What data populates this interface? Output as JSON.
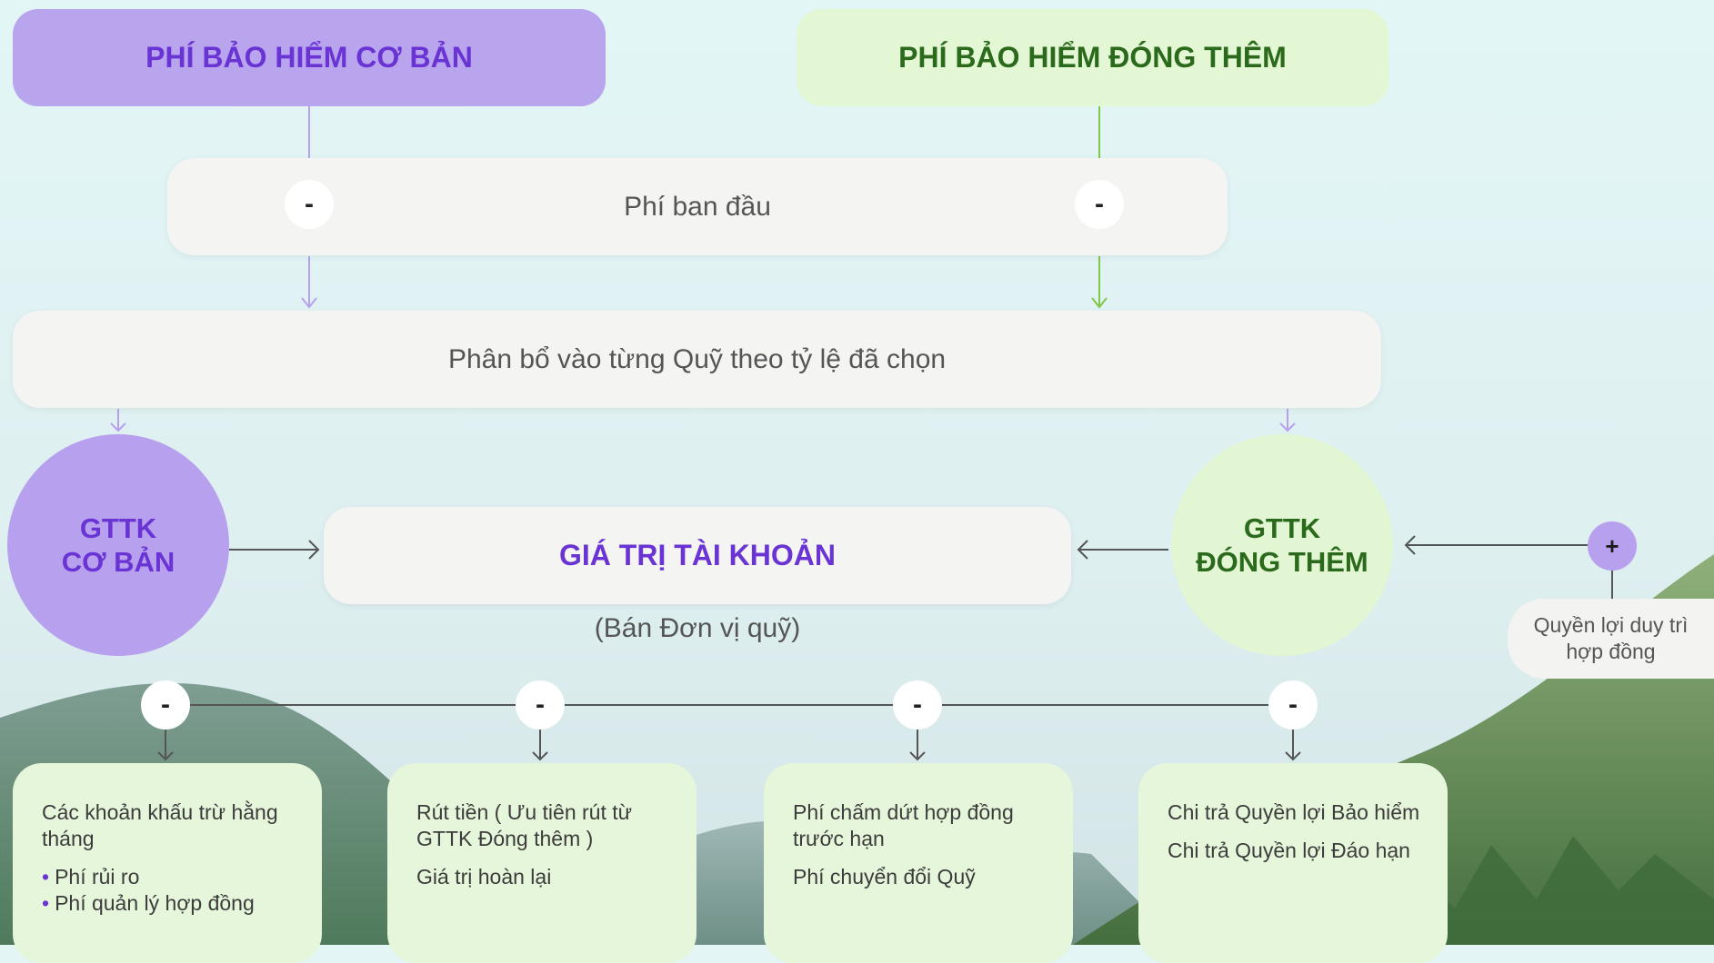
{
  "headers": {
    "basic": "PHÍ BẢO HIỂM CƠ BẢN",
    "top_up": "PHÍ BẢO HIỂM ĐÓNG THÊM"
  },
  "initial_fee": "Phí ban đầu",
  "allocation": "Phân bổ vào từng Quỹ theo tỷ lệ đã chọn",
  "gttk_basic": {
    "line1": "GTTK",
    "line2": "CƠ BẢN"
  },
  "gttk_top_up": {
    "line1": "GTTK",
    "line2": "ĐÓNG THÊM"
  },
  "account_value": "GIÁ TRỊ TÀI KHOẢN",
  "sell_units": "(Bán Đơn vị quỹ)",
  "benefit": "Quyền lợi duy trì hợp đồng",
  "symbols": {
    "minus": "-",
    "plus": "+"
  },
  "cards": [
    {
      "lines": [
        "Các khoản khấu trừ hằng tháng"
      ],
      "bullets": [
        "Phí rủi ro",
        "Phí quản lý hợp đồng"
      ]
    },
    {
      "lines": [
        "Rút tiền ( Ưu tiên rút từ GTTK Đóng thêm )",
        "Giá trị hoàn lại"
      ],
      "bullets": []
    },
    {
      "lines": [
        "Phí chấm dứt hợp đồng trước hạn",
        "Phí chuyển đổi Quỹ"
      ],
      "bullets": []
    },
    {
      "lines": [
        "Chi trả Quyền lợi Bảo hiểm",
        "Chi trả Quyền lợi Đáo hạn"
      ],
      "bullets": []
    }
  ],
  "colors": {
    "purple_fill": "#b9a4ee",
    "purple_text": "#6a33d4",
    "green_fill": "#e4f7d4",
    "green_text": "#2b6a1c",
    "green_line": "#7fc84a",
    "card_fill": "#e6f6da",
    "pill_fill": "#f4f4f2"
  }
}
